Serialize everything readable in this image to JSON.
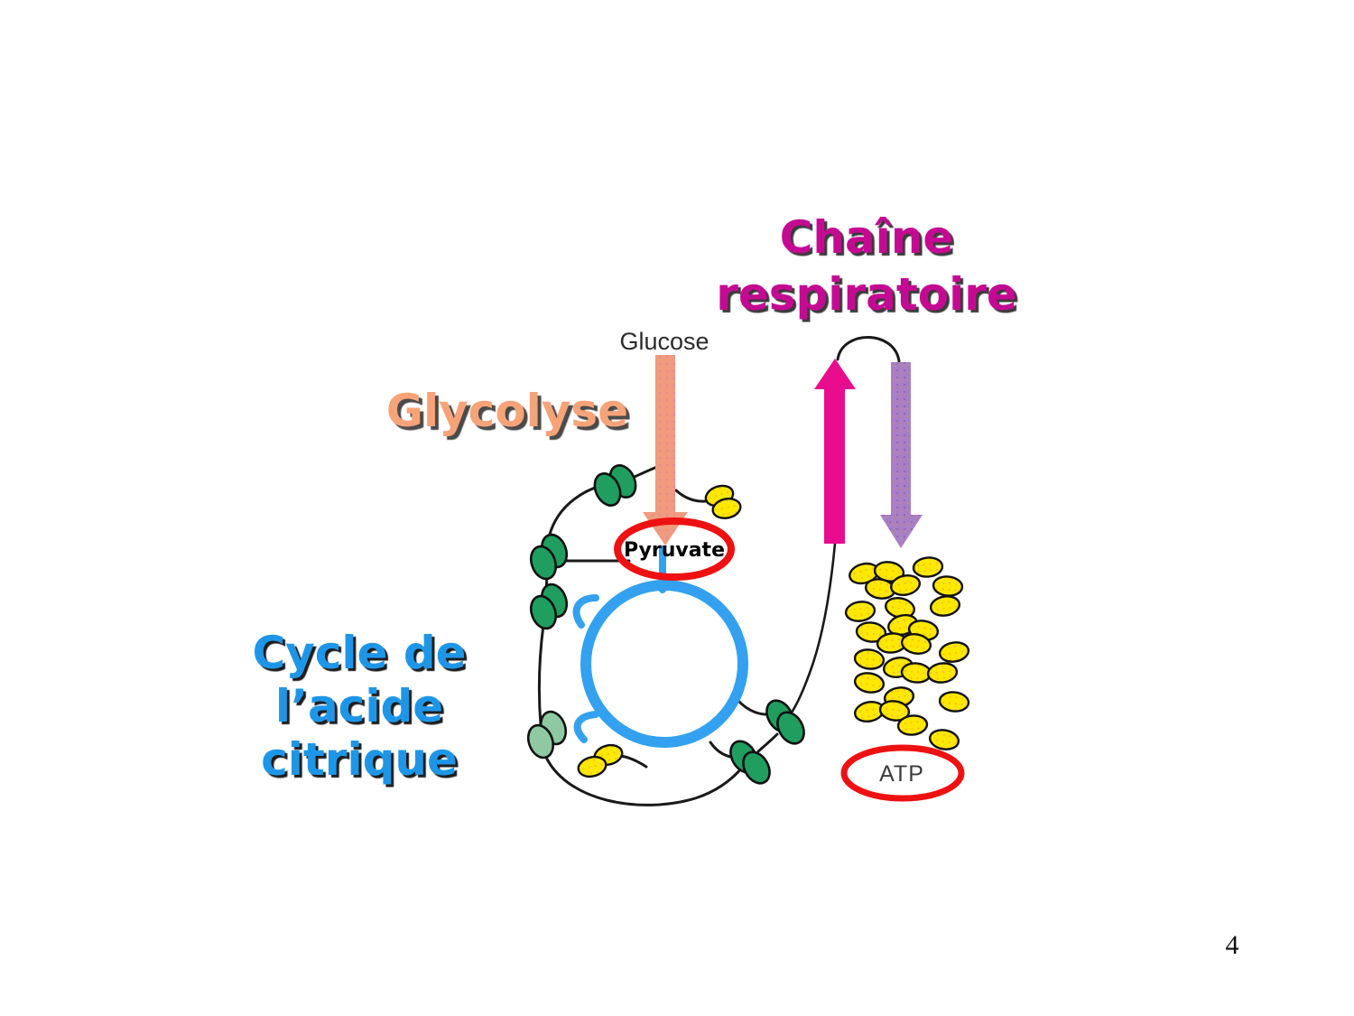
{
  "slide": {
    "page_number": "4"
  },
  "titles": {
    "respiratory_chain": {
      "line1": "Chaîne",
      "line2": "respiratoire",
      "color": "#c40a92"
    },
    "glycolysis": {
      "text": "Glycolyse",
      "color": "#f7a378"
    },
    "citric_acid_cycle": {
      "line1": "Cycle de",
      "line2": "l’acide",
      "line3": "citrique",
      "color": "#1e96e8"
    }
  },
  "diagram_labels": {
    "glucose": "Glucose",
    "pyruvate": "Pyruvate",
    "atp": "ATP"
  },
  "colors": {
    "glycolysis_arrow": "#f09b7d",
    "respiratory_up_arrow": "#e90c8c",
    "respiratory_down_arrow": "#a87fc5",
    "cycle_circle": "#33a1f0",
    "nadh_green": "#1f9e5f",
    "nadh_light_green": "#8fc9a1",
    "atp_yellow": "#ffe800",
    "highlight_red": "#ee1111"
  }
}
